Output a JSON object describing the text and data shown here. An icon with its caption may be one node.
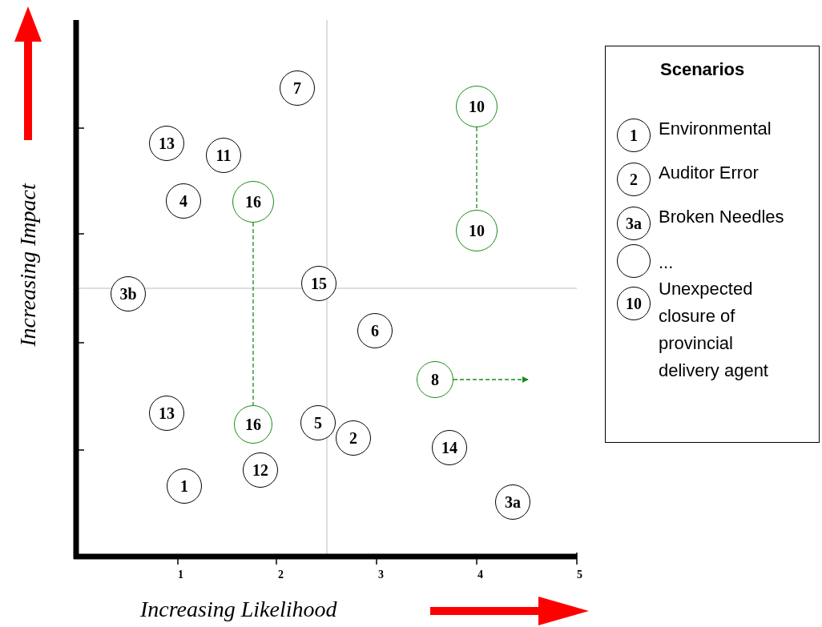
{
  "diagram": {
    "nodes": [
      {
        "text": [
          "7"
        ]
      },
      {
        "text": [
          "10"
        ]
      },
      {
        "text": [
          "13"
        ]
      },
      {
        "text": [
          "11"
        ]
      },
      {
        "text": [
          "4"
        ]
      },
      {
        "text": [
          "16"
        ]
      },
      {
        "text": [
          "10"
        ]
      },
      {
        "text": [
          "15"
        ]
      },
      {
        "text": [
          "3b"
        ]
      },
      {
        "text": [
          "6"
        ]
      },
      {
        "text": [
          "8"
        ]
      },
      {
        "text": [
          "13"
        ]
      },
      {
        "text": [
          "16"
        ]
      },
      {
        "text": [
          "5"
        ]
      },
      {
        "text": [
          "2"
        ]
      },
      {
        "text": [
          "14"
        ]
      },
      {
        "text": [
          "12"
        ]
      },
      {
        "text": [
          "1"
        ]
      },
      {
        "text": [
          "3a"
        ]
      },
      {
        "text": [
          "Scenarios"
        ]
      },
      {
        "text": [
          "1"
        ],
        "beside": [
          "Environmental"
        ],
        "in": 19
      },
      {
        "text": [
          "2"
        ],
        "beside": [
          "Auditor Error"
        ],
        "in": 19
      },
      {
        "text": [
          "3a"
        ],
        "beside": [
          "Broken Needles"
        ],
        "in": 19
      },
      {
        "text": [],
        "shape": "circle",
        "beside": [
          "..."
        ],
        "in": 19
      },
      {
        "text": [
          "10"
        ],
        "beside": [
          "Unexpected closure of provincial delivery agent"
        ],
        "in": 19
      }
    ],
    "edges": [
      {
        "from": 1,
        "to": 6,
        "arrow": "none",
        "style": "dashed"
      },
      {
        "from": 5,
        "to": 12,
        "arrow": "none",
        "style": "dashed"
      },
      {
        "from": 10,
        "to": null,
        "arrow": "to",
        "style": "dashed"
      }
    ],
    "labels": [
      "Increasing Impact",
      "1",
      "2",
      "3",
      "4",
      "5",
      "Increasing Likelihood"
    ]
  }
}
